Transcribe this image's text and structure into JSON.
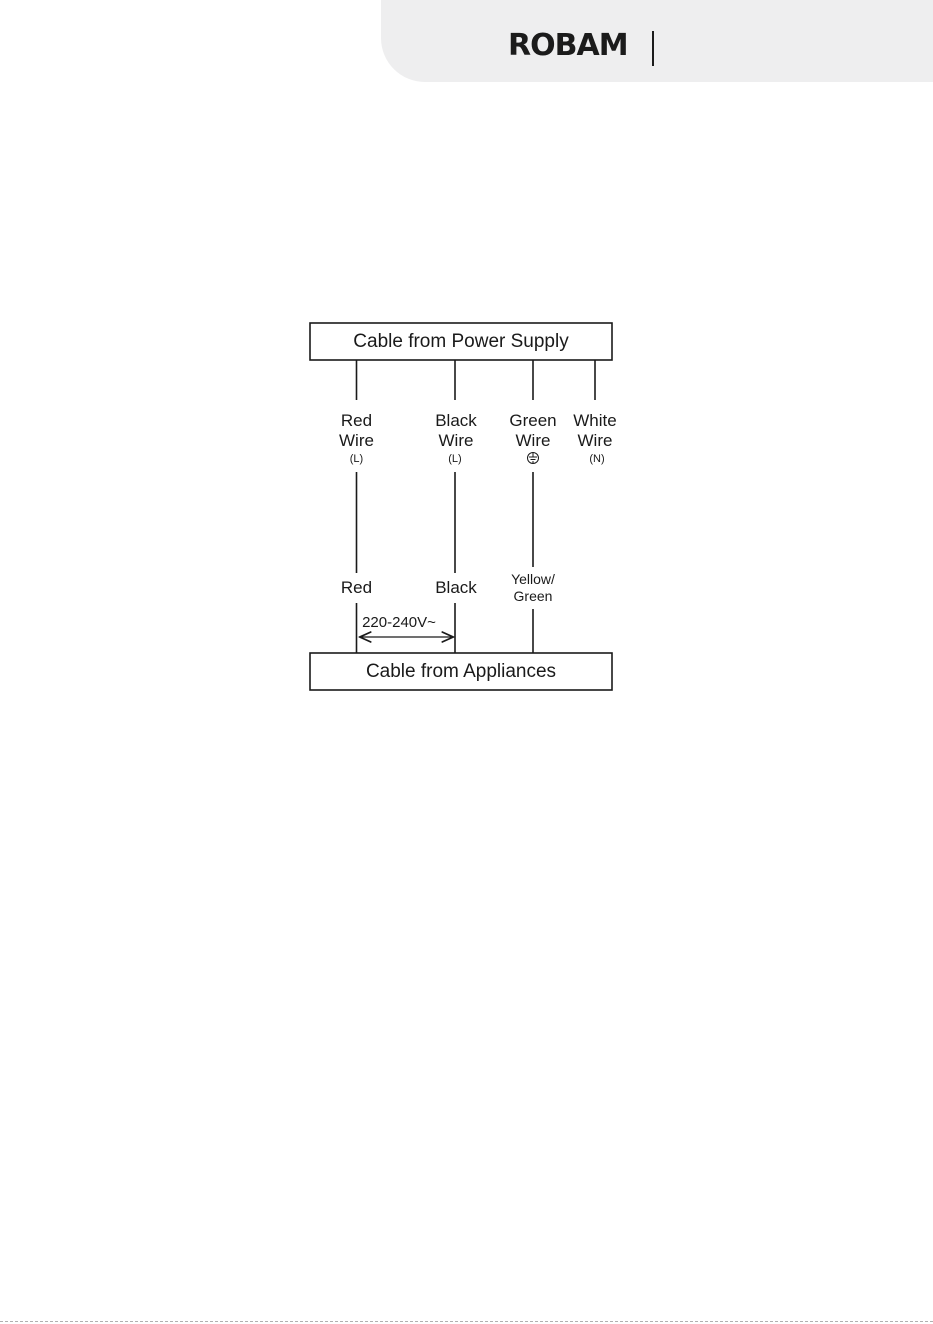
{
  "header": {
    "brand_text": "ROBAM",
    "tab_color": "#eeeeef"
  },
  "diagram": {
    "top_box_label": "Cable from Power Supply",
    "bottom_box_label": "Cable from Appliances",
    "wires": [
      {
        "id": "red",
        "line1": "Red",
        "line2": "Wire",
        "terminal": "(L)",
        "appliance_label": "Red"
      },
      {
        "id": "black",
        "line1": "Black",
        "line2": "Wire",
        "terminal": "(L)",
        "appliance_label": "Black"
      },
      {
        "id": "green",
        "line1": "Green",
        "line2": "Wire",
        "terminal_icon": "earth-ground-icon",
        "appliance_line1": "Yellow/",
        "appliance_line2": "Green"
      },
      {
        "id": "white",
        "line1": "White",
        "line2": "Wire",
        "terminal": "(N)"
      }
    ],
    "voltage_label": "220-240V~"
  }
}
